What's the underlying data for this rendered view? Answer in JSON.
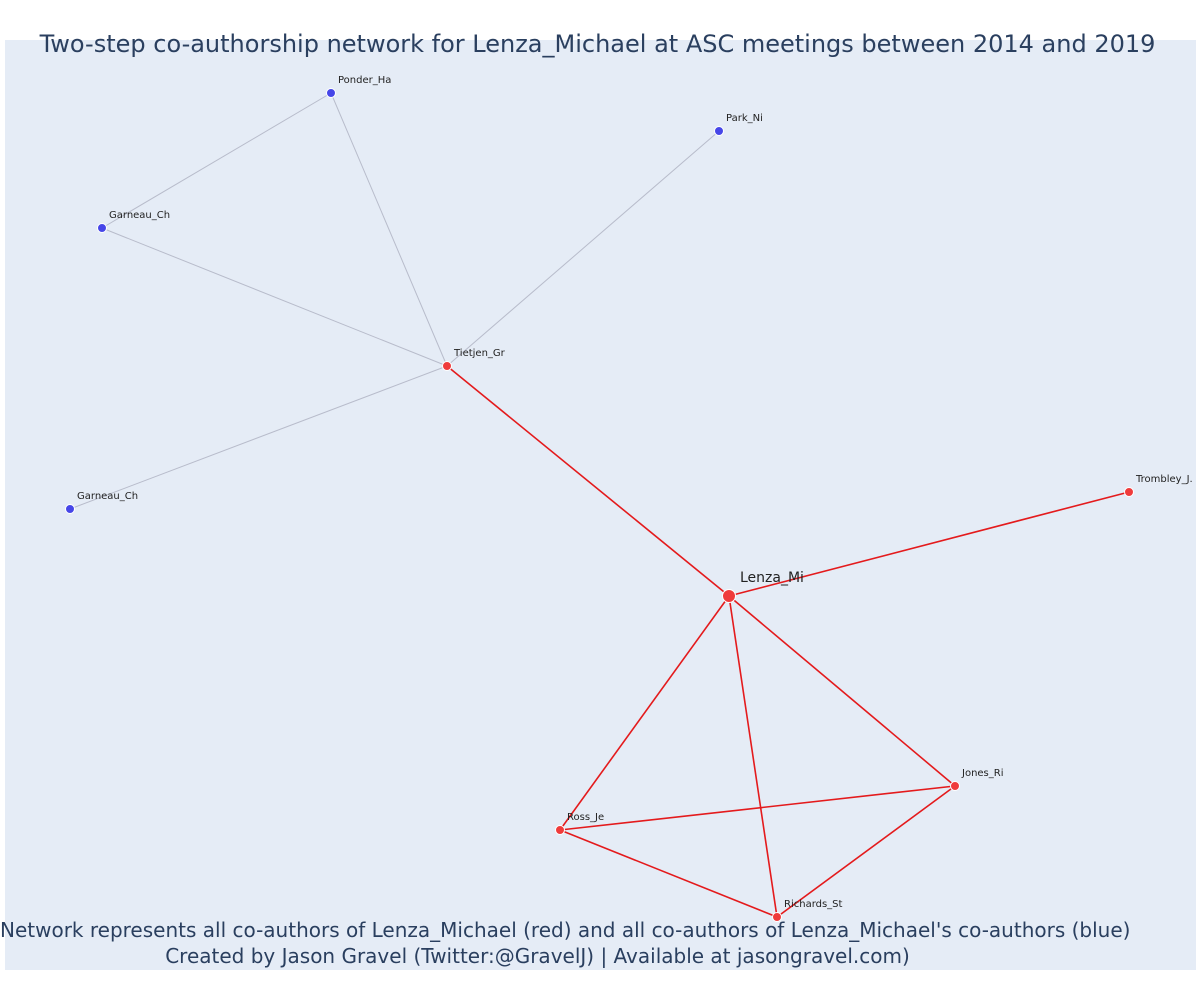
{
  "title": "Two-step co-authorship network for Lenza_Michael at ASC meetings between 2014 and 2019",
  "caption": {
    "line1": "Network represents all co-authors of Lenza_Michael (red) and all co-authors of Lenza_Michael's co-authors (blue)",
    "line2": "Created by Jason Gravel (Twitter:@GravelJ) | Available at jasongravel.com)"
  },
  "colors": {
    "background": "#e5ecf6",
    "direct_coauthor": "#ef3b3b",
    "second_step_coauthor": "#4646e8",
    "direct_edge": "#e41a1c",
    "second_step_edge": "#b8bccb",
    "text": "#2a3f5f"
  },
  "nodes": [
    {
      "id": "lenza",
      "label": "Lenza_Mi",
      "group": "focal"
    },
    {
      "id": "tietjen",
      "label": "Tietjen_Gr",
      "group": "direct"
    },
    {
      "id": "trombley",
      "label": "Trombley_J.",
      "group": "direct"
    },
    {
      "id": "jones",
      "label": "Jones_Ri",
      "group": "direct"
    },
    {
      "id": "ross",
      "label": "Ross_Je",
      "group": "direct"
    },
    {
      "id": "richards",
      "label": "Richards_St",
      "group": "direct"
    },
    {
      "id": "ponder",
      "label": "Ponder_Ha",
      "group": "second"
    },
    {
      "id": "park",
      "label": "Park_Ni",
      "group": "second"
    },
    {
      "id": "garneau1",
      "label": "Garneau_Ch",
      "group": "second"
    },
    {
      "id": "garneau2",
      "label": "Garneau_Ch",
      "group": "second"
    }
  ],
  "edges": [
    {
      "from": "lenza",
      "to": "tietjen",
      "group": "direct"
    },
    {
      "from": "lenza",
      "to": "trombley",
      "group": "direct"
    },
    {
      "from": "lenza",
      "to": "jones",
      "group": "direct"
    },
    {
      "from": "lenza",
      "to": "ross",
      "group": "direct"
    },
    {
      "from": "lenza",
      "to": "richards",
      "group": "direct"
    },
    {
      "from": "ross",
      "to": "jones",
      "group": "direct"
    },
    {
      "from": "ross",
      "to": "richards",
      "group": "direct"
    },
    {
      "from": "richards",
      "to": "jones",
      "group": "direct"
    },
    {
      "from": "tietjen",
      "to": "ponder",
      "group": "second"
    },
    {
      "from": "tietjen",
      "to": "park",
      "group": "second"
    },
    {
      "from": "tietjen",
      "to": "garneau1",
      "group": "second"
    },
    {
      "from": "tietjen",
      "to": "garneau2",
      "group": "second"
    },
    {
      "from": "ponder",
      "to": "garneau1",
      "group": "second"
    }
  ]
}
